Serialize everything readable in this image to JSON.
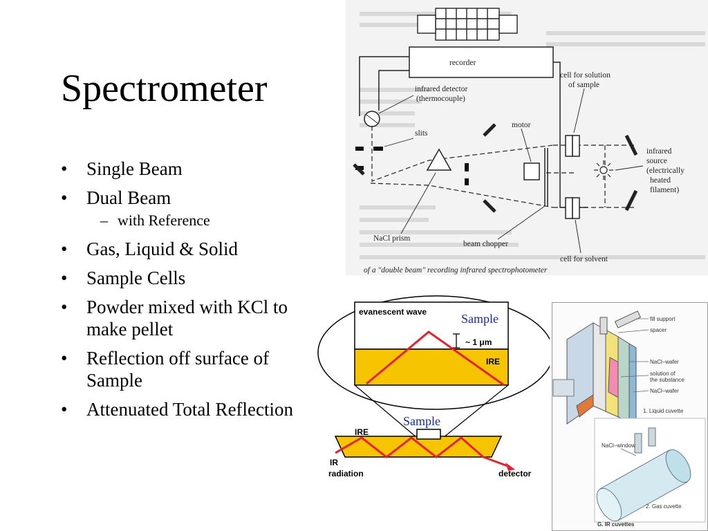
{
  "slide": {
    "title": "Spectrometer",
    "bullets": [
      "Single Beam",
      "Dual Beam",
      "with Reference",
      "Gas, Liquid & Solid",
      "Sample Cells",
      "Powder mixed with KCl to make pellet",
      "Reflection off surface of Sample",
      "Attenuated Total Reflection"
    ]
  },
  "spectrometer_diagram": {
    "labels": {
      "recorder": "recorder",
      "infrared_detector": "infrared detector",
      "thermocouple": "(thermocouple)",
      "cell_solution_1": "cell for solution",
      "cell_solution_2": "of sample",
      "motor": "motor",
      "slits": "slits",
      "source_1": "infrared",
      "source_2": "source",
      "source_3": "(electrically",
      "source_4": "heated",
      "source_5": "filament)",
      "prism": "NaCl prism",
      "chopper": "beam chopper",
      "solvent": "cell for solvent"
    },
    "caption": "of a \"double beam\" recording infrared spectrophotometer"
  },
  "atr_diagram": {
    "evanescent": "evanescent wave",
    "sample_top": "Sample",
    "depth": "~ 1 μm",
    "ire_top": "IRE",
    "sample_bottom": "Sample",
    "ire_bottom": "IRE",
    "ir_1": "IR",
    "ir_2": "radiation",
    "detector": "detector",
    "colors": {
      "crystal": "#f6c400",
      "beam": "#e8202a",
      "sample_text": "#1a2aa8"
    }
  },
  "cuvettes": {
    "fill_support": "fill support",
    "spacer": "spacer",
    "nacl_wafer_1": "NaCl–wafer",
    "solution_1": "solution of",
    "solution_2": "the substance",
    "nacl_wafer_2": "NaCl–wafer",
    "liquid": "1.  Liquid cuvette",
    "nacl_window": "NaCl–window",
    "gas": "2.  Gas cuvette",
    "caption": "G. IR cuvettes"
  }
}
